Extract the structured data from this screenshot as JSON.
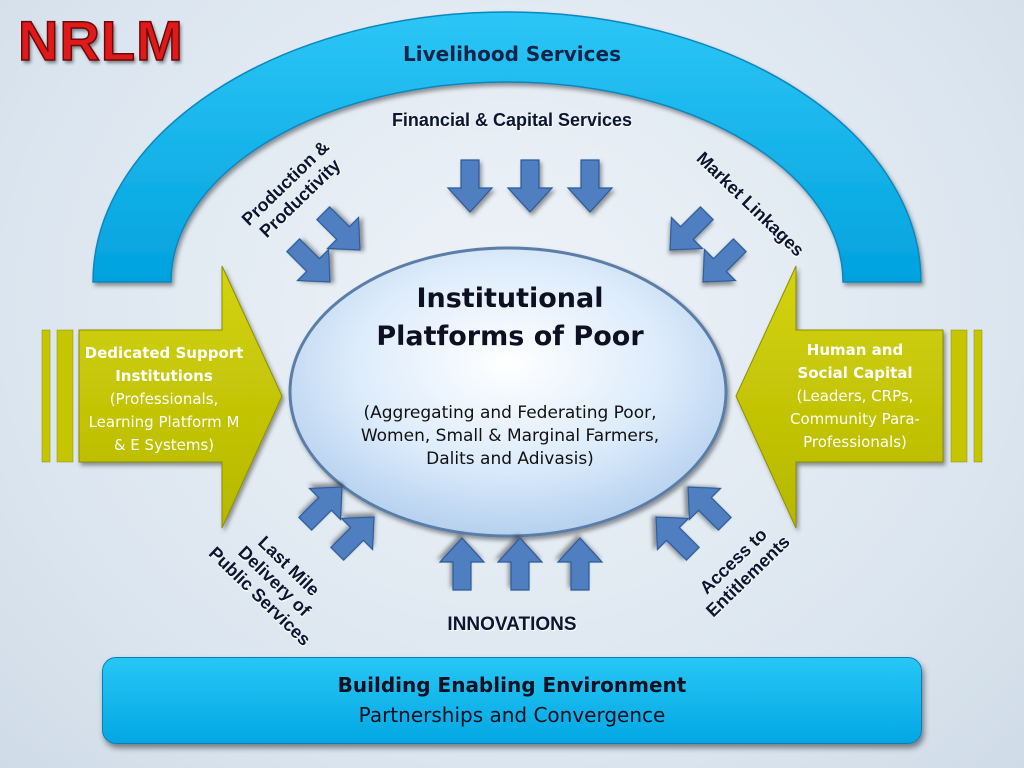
{
  "logo": "NRLM",
  "arch_title": "Livelihood Services",
  "financial": "Financial  & Capital Services",
  "production": [
    "Production  &",
    "Productivity"
  ],
  "market": "Market Linkages",
  "last_mile": [
    "Last Mile",
    "Delivery  of",
    "Public Services"
  ],
  "access": [
    "Access to",
    "Entitlements"
  ],
  "innovations": "INNOVATIONS",
  "center": {
    "title_line1": "Institutional",
    "title_line2": "Platforms of Poor",
    "body": "(Aggregating and Federating Poor, Women, Small & Marginal Farmers, Dalits and Adivasis)"
  },
  "left_box": {
    "title_line1": "Dedicated Support",
    "title_line2": "Institutions",
    "body": "(Professionals, Learning Platform M & E Systems)"
  },
  "right_box": {
    "title_line1": "Human and",
    "title_line2": "Social Capital",
    "body": "(Leaders, CRPs, Community  Para-Professionals)"
  },
  "bottom": {
    "title": "Building Enabling Environment",
    "subtitle": "Partnerships and Convergence"
  },
  "colors": {
    "arch": "#08b0ea",
    "arrow_blue": "#4f7fc0",
    "chevron": "#c5c600",
    "logo_red": "#e01a1a"
  }
}
